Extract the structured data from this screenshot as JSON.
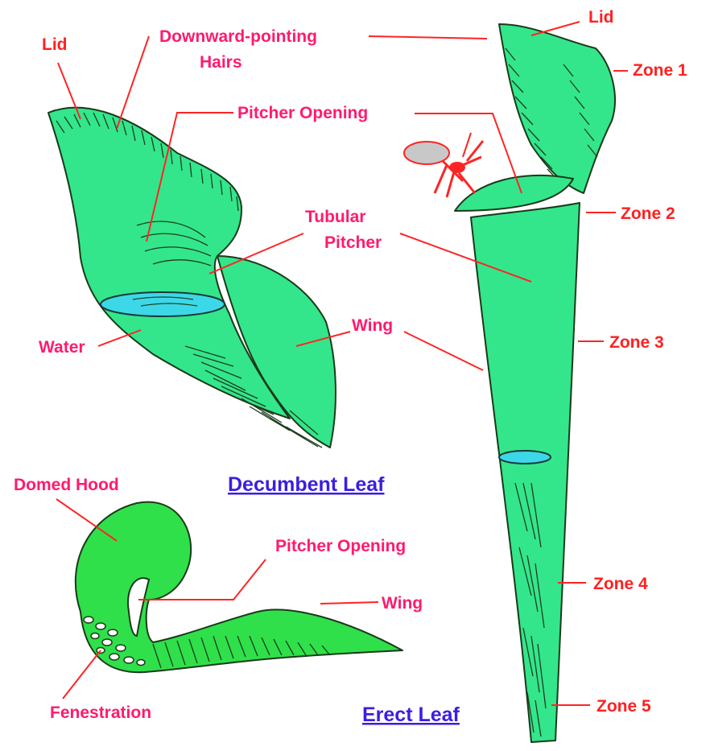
{
  "labels": {
    "lid_left": "Lid",
    "downward_hairs_1": "Downward-pointing",
    "downward_hairs_2": "Hairs",
    "lid_right": "Lid",
    "zone1": "Zone 1",
    "pitcher_opening_top": "Pitcher Opening",
    "zone2": "Zone 2",
    "tubular_1": "Tubular",
    "tubular_2": "Pitcher",
    "wing_top": "Wing",
    "water": "Water",
    "zone3": "Zone 3",
    "decumbent_title": "Decumbent Leaf",
    "domed_hood": "Domed Hood",
    "pitcher_opening_bottom": "Pitcher Opening",
    "wing_bottom": "Wing",
    "zone4": "Zone 4",
    "fenestration": "Fenestration",
    "erect_title": "Erect Leaf",
    "zone5": "Zone 5"
  },
  "colors": {
    "pitcher_green": "#33e68c",
    "hood_green": "#2fe04a",
    "water_blue": "#3cd8e8",
    "label_red": "#ff2020",
    "label_pink": "#ff1a6e",
    "title_blue": "#3b1ee0"
  }
}
